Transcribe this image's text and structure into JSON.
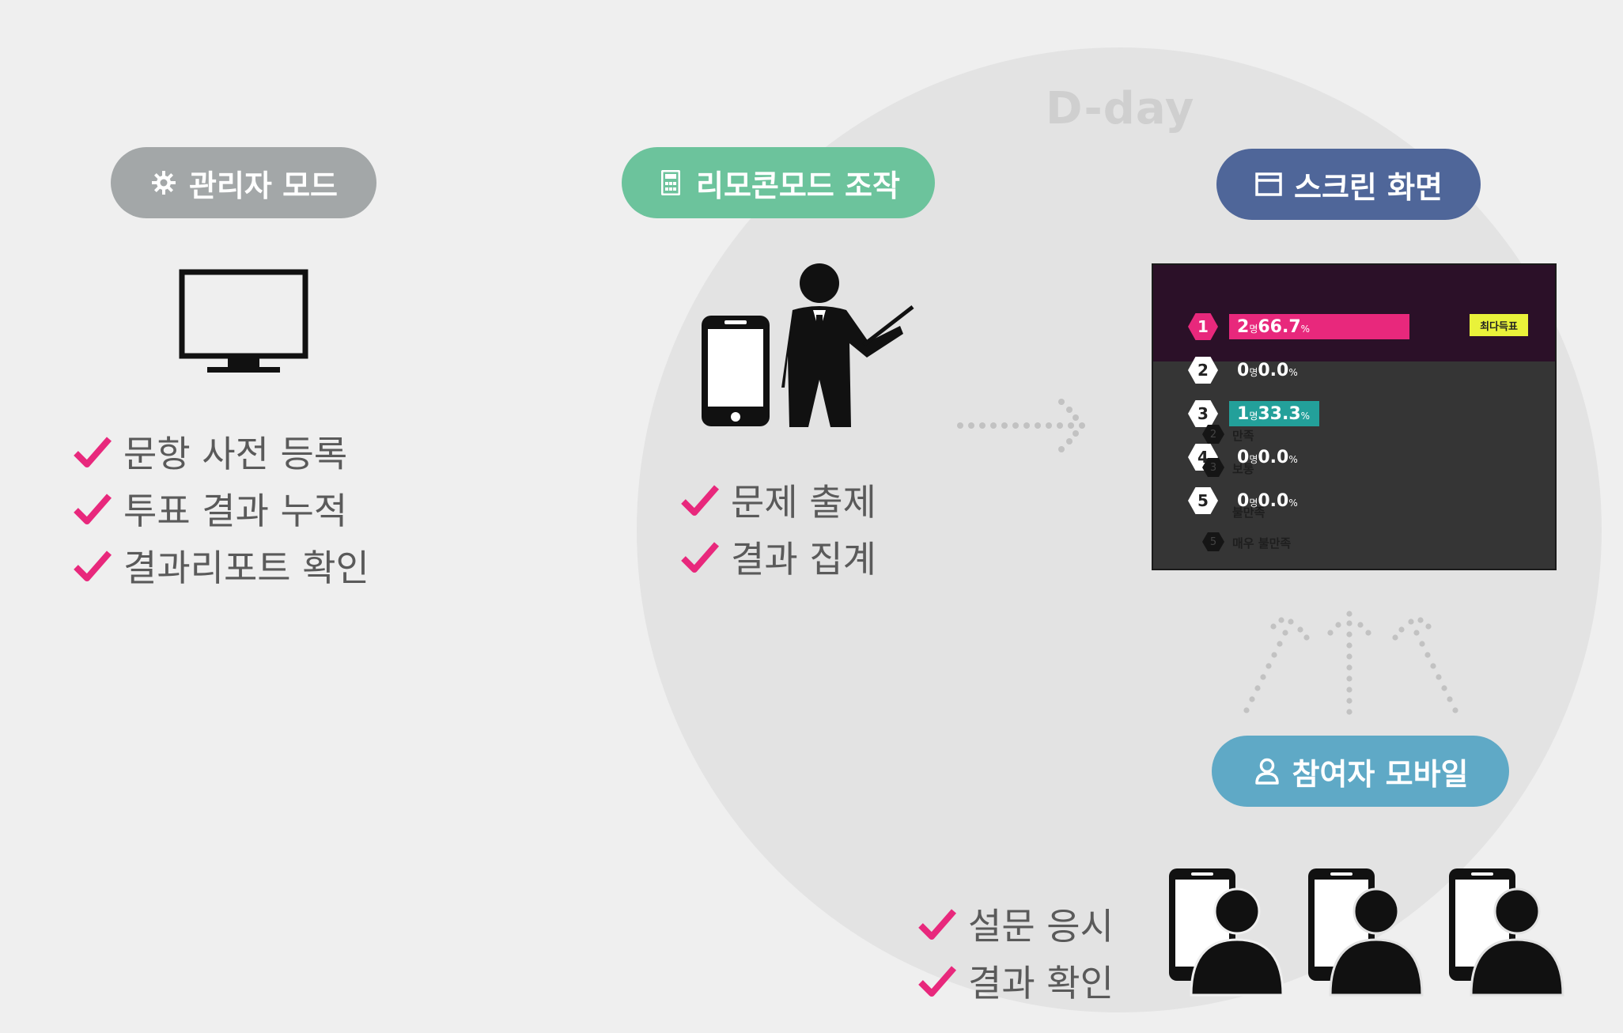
{
  "dday": {
    "label": "D-day"
  },
  "admin": {
    "title": "관리자 모드",
    "color": "#a3a7a8",
    "checks": [
      "문항 사전 등록",
      "투표 결과 누적",
      "결과리포트 확인"
    ]
  },
  "remote": {
    "title": "리모콘모드 조작",
    "color": "#6cc39c",
    "checks": [
      "문제 출제",
      "결과 집계"
    ]
  },
  "screen": {
    "title": "스크린 화면",
    "color": "#4f6699",
    "board": {
      "badge": "최다득표",
      "rows": [
        {
          "rank": "1",
          "count": "2",
          "unit": "명",
          "percent": "66.7",
          "pct_sign": "%",
          "share": 0.667,
          "color": "#e8287c"
        },
        {
          "rank": "2",
          "count": "0",
          "unit": "명",
          "percent": "0.0",
          "pct_sign": "%",
          "share": 0,
          "color": ""
        },
        {
          "rank": "3",
          "count": "1",
          "unit": "명",
          "percent": "33.3",
          "pct_sign": "%",
          "share": 0.333,
          "color": "#23a09a"
        },
        {
          "rank": "4",
          "count": "0",
          "unit": "명",
          "percent": "0.0",
          "pct_sign": "%",
          "share": 0,
          "color": ""
        },
        {
          "rank": "5",
          "count": "0",
          "unit": "명",
          "percent": "0.0",
          "pct_sign": "%",
          "share": 0,
          "color": ""
        }
      ],
      "ghost_labels": [
        "만족",
        "보통",
        "불만족",
        "매우 불만족"
      ],
      "ghost_numbers": [
        "2",
        "3",
        "5"
      ]
    }
  },
  "participant": {
    "title": "참여자 모바일",
    "color": "#5fa9c6",
    "checks": [
      "설문 응시",
      "결과 확인"
    ]
  },
  "accent": {
    "check": "#e8287c"
  }
}
